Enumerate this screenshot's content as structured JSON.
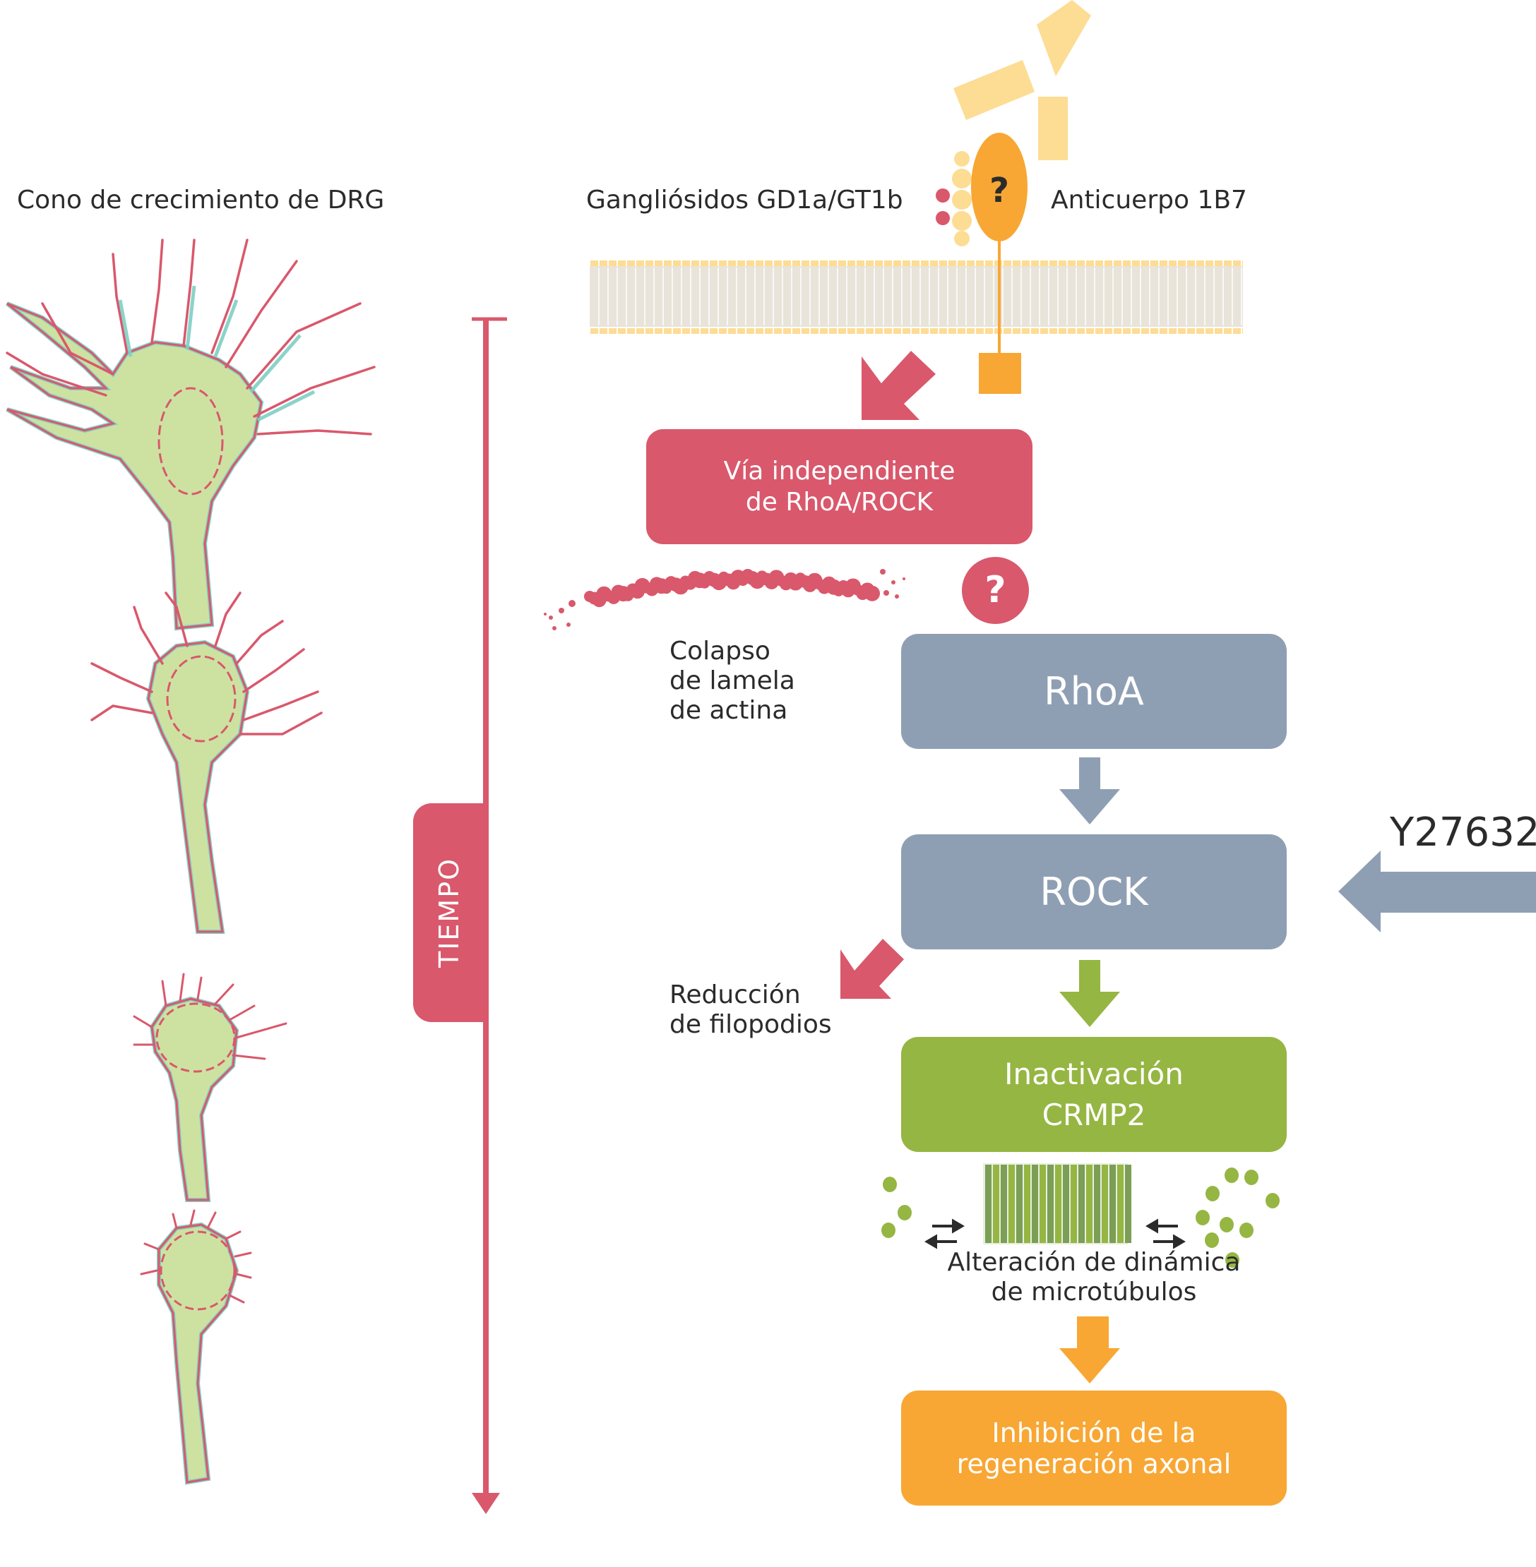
{
  "left_panel": {
    "title": "Cono de crecimiento de DRG",
    "timeline_label": "TIEMPO",
    "growth_cone_stages": 4
  },
  "membrane": {
    "ganglioside_label": "Gangliósidos GD1a/GT1b",
    "antibody_label": "Anticuerpo 1B7",
    "receptor_symbol": "?"
  },
  "pathway": {
    "independent_box": {
      "line1": "Vía independiente",
      "line2": "de RhoA/ROCK"
    },
    "unknown_symbol": "?",
    "actin_label": {
      "line1": "Colapso",
      "line2": "de lamela",
      "line3": "de actina"
    },
    "rhoa_box": "RhoA",
    "rock_box": "ROCK",
    "inhibitor_label": "Y27632",
    "filopodia_label": {
      "line1": "Reducción",
      "line2": "de filopodios"
    },
    "crmp2_box": {
      "line1": "Inactivación",
      "line2": "CRMP2"
    },
    "microtubule_label": {
      "line1": "Alteración de dinámica",
      "line2": "de microtúbulos"
    },
    "final_box": {
      "line1": "Inhibición de la",
      "line2": "regeneración axonal"
    }
  },
  "colors": {
    "pink": "#d9586c",
    "slate": "#8f9fb3",
    "green": "#95b642",
    "orange": "#f8a734",
    "light_yellow": "#fddc94",
    "membrane_gray": "#e8e4da",
    "cone_fill": "#cde2a1",
    "cone_teal": "#7fcfc4",
    "text": "#2b2b2b"
  }
}
